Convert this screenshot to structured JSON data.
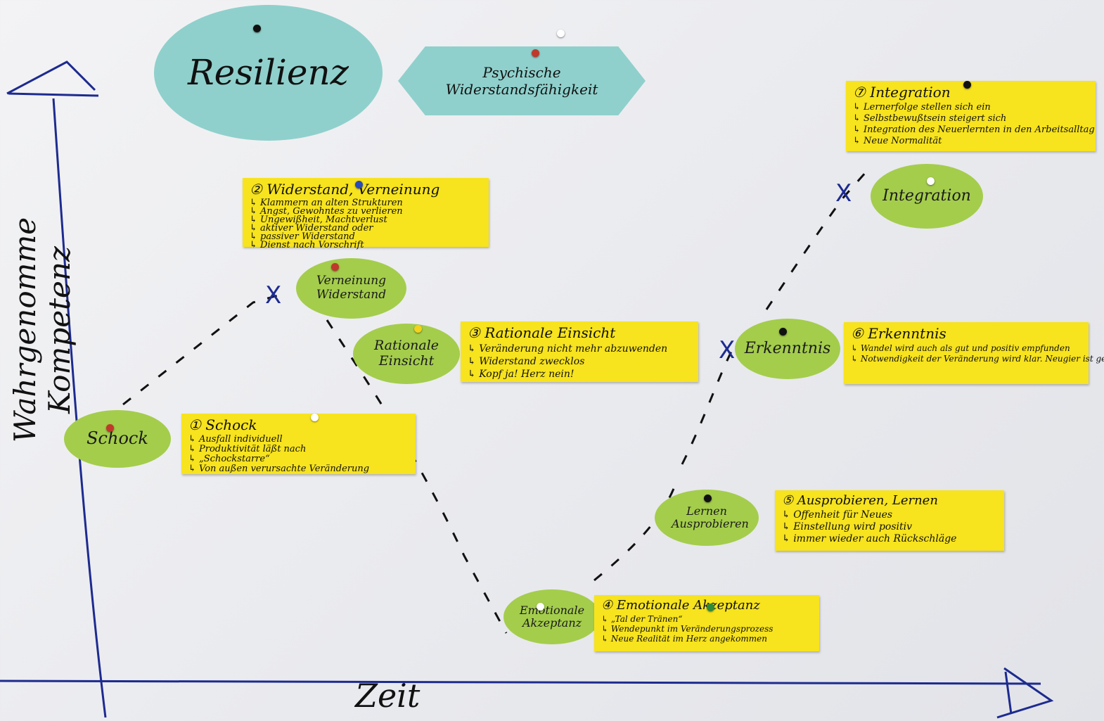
{
  "title": {
    "main": "Resilienz",
    "subtitle": "Psychische Widerstandsfähigkeit"
  },
  "axes": {
    "y_label": "Wahrgenomme Kompetenz",
    "x_label": "Zeit"
  },
  "phases": [
    {
      "circle": "Schock",
      "title": "① Schock",
      "points": [
        "Ausfall individuell",
        "Produktivität läßt nach",
        "„Schockstarre“",
        "Von außen verursachte Veränderung"
      ]
    },
    {
      "circle": "Verneinung Widerstand",
      "title": "② Widerstand, Verneinung",
      "points": [
        "Klammern an alten Strukturen",
        "Angst, Gewohntes zu verlieren",
        "Ungewißheit, Machtverlust",
        "aktiver Widerstand oder",
        "passiver Widerstand",
        "Dienst nach Vorschrift"
      ]
    },
    {
      "circle": "Rationale Einsicht",
      "title": "③ Rationale Einsicht",
      "points": [
        "Veränderung nicht mehr abzuwenden",
        "Widerstand zwecklos",
        "Kopf ja! Herz nein!"
      ]
    },
    {
      "circle": "Emotionale Akzeptanz",
      "title": "④ Emotionale Akzeptanz",
      "points": [
        "„Tal der Tränen“",
        "Wendepunkt im Veränderungsprozess",
        "Neue Realität im Herz angekommen"
      ]
    },
    {
      "circle": "Lernen Ausprobieren",
      "title": "⑤ Ausprobieren, Lernen",
      "points": [
        "Offenheit für Neues",
        "Einstellung wird positiv",
        "immer wieder auch Rückschläge"
      ]
    },
    {
      "circle": "Erkenntnis",
      "title": "⑥ Erkenntnis",
      "points": [
        "Wandel wird auch als gut und positiv empfunden",
        "Notwendigkeit der Veränderung wird klar. Neugier ist geweckt"
      ]
    },
    {
      "circle": "Integration",
      "title": "⑦ Integration",
      "points": [
        "Lernerfolge stellen sich ein",
        "Selbstbewußtsein steigert sich",
        "Integration des Neuerlernten in den Arbeitsalltag",
        "Neue Normalität"
      ]
    }
  ],
  "marks": {
    "cross": "X"
  },
  "colors": {
    "note": "#f7e31e",
    "circle": "#a4cd4c",
    "title": "#8fd0cc",
    "axis_ink": "#1d2b8f",
    "pen": "#111111"
  }
}
